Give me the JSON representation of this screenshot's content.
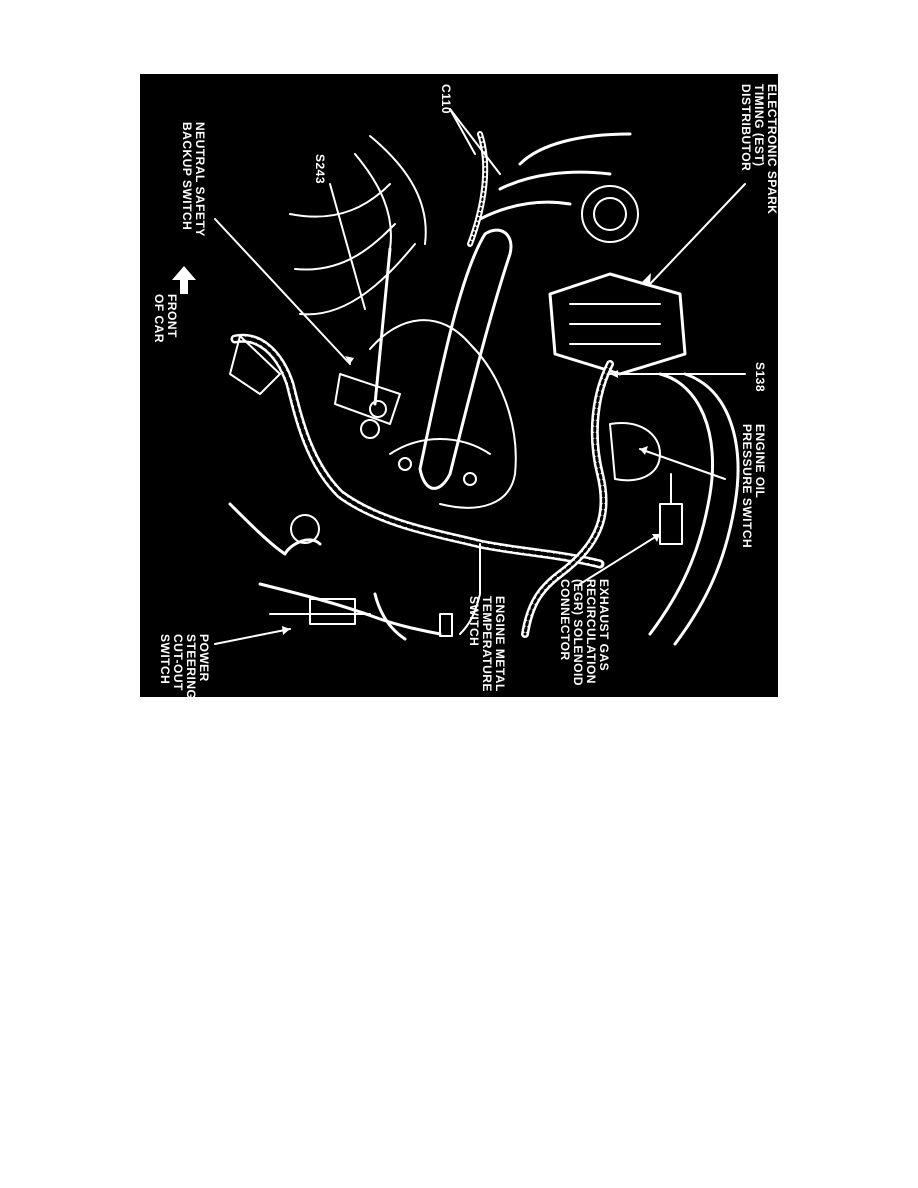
{
  "colors": {
    "background": "#000000",
    "foreground": "#ffffff"
  },
  "labels": {
    "est_distributor": "ELECTRONIC SPARK\nTIMING (EST)\nDISTRIBUTOR",
    "c110": "C110",
    "s243": "S243",
    "neutral_safety": "NEUTRAL SAFETY\nBACKUP SWITCH",
    "front_of_car": "FRONT\nOF CAR",
    "s138": "S138",
    "engine_oil": "ENGINE OIL\nPRESSURE SWITCH",
    "egr": "EXHAUST GAS\nRECIRCULATION\n(EGR) SOLENOID\nCONNECTOR",
    "engine_metal": "ENGINE METAL\nTEMPERATURE\nSWITCH",
    "power_steering": "POWER\nSTEERING\nCUT-OUT\nSWITCH"
  },
  "icons": {
    "front_arrow": "arrow-up-icon"
  }
}
